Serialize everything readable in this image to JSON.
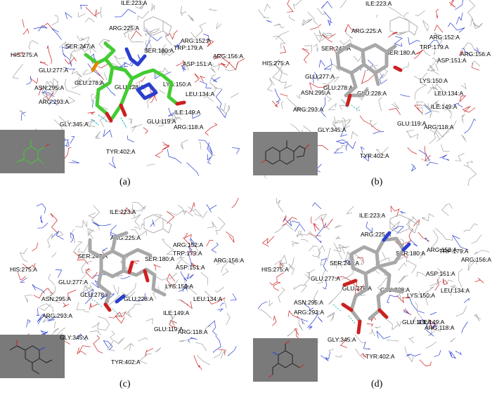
{
  "colors": {
    "background": "#ffffff",
    "wire_gray": "#a0a0a0",
    "wire_blue": "#2a3fd0",
    "wire_red": "#cc2020",
    "ligand_gray": "#a8a8a8",
    "ligand_green": "#44cc33",
    "ligand_orange": "#dd8800",
    "hbond_cyan": "#40c0c0",
    "inset_bg": "#7a7a7a"
  },
  "panels": [
    {
      "caption": "(a)",
      "residues": [
        "ILE:223:A",
        "ARG:225:A",
        "ARG:152:A",
        "TRP:179:A",
        "ARG:156:A",
        "SER:247:A",
        "SER:180:A",
        "HIS:275:A",
        "ASP:151:A",
        "GLU:277:A",
        "GLU:278:A",
        "GLU:228:A",
        "LYS:150:A",
        "ASN:295:A",
        "LEU:134:A",
        "ARG:293:A",
        "ILE:149:A",
        "GLU:119:A",
        "ARG:118:A",
        "GLY:345:A",
        "TYR:402:A"
      ]
    },
    {
      "caption": "(b)",
      "residues": [
        "ILE:223:A",
        "ARG:225:A",
        "ARG:152:A",
        "TRP:179:A",
        "SER:247:A",
        "SER:180:A",
        "ARG:156:A",
        "HIS:275:A",
        "ASP:151:A",
        "GLU:277:A",
        "GLU:278:A",
        "LYS:150:A",
        "ASN:295:A",
        "LEU:134:A",
        "GLU:228:A",
        "ILE:149:A",
        "ARG:293:A",
        "GLU:119:A",
        "ARG:118:A",
        "GLY:345:A",
        "TYR:402:A"
      ]
    },
    {
      "caption": "(c)",
      "residues": [
        "ILE:223:A",
        "ARG:225:A",
        "ARG:152:A",
        "TRP:179:A",
        "SER:247:A",
        "SER:180:A",
        "ARG:156:A",
        "HIS:275:A",
        "ASP:151:A",
        "GLU:277:A",
        "LYS:150:A",
        "GLU:278:A",
        "GLU:228:A",
        "LEU:134:A",
        "ASN:295:A",
        "ILE:149:A",
        "ARG:293:A",
        "GLU:119:A",
        "ARG:118:A",
        "GLY:345:A",
        "TYR:402:A"
      ]
    },
    {
      "caption": "(d)",
      "residues": [
        "ILE:223:A",
        "ARG:225:A",
        "SER:180:A",
        "ARG:152:A",
        "TRP:179:A",
        "ARG:156:A",
        "SER:247:A",
        "HIS:275:A",
        "ASP:151:A",
        "GLU:277:A",
        "GLU:278:A",
        "GLU:228:A",
        "LEU:134:A",
        "LYS:150:A",
        "ASN:295:A",
        "ARG:293:A",
        "GLU:119:A",
        "ILE:149:A",
        "ARG:118:A",
        "GLY:345:A",
        "TYR:402:A"
      ]
    }
  ]
}
